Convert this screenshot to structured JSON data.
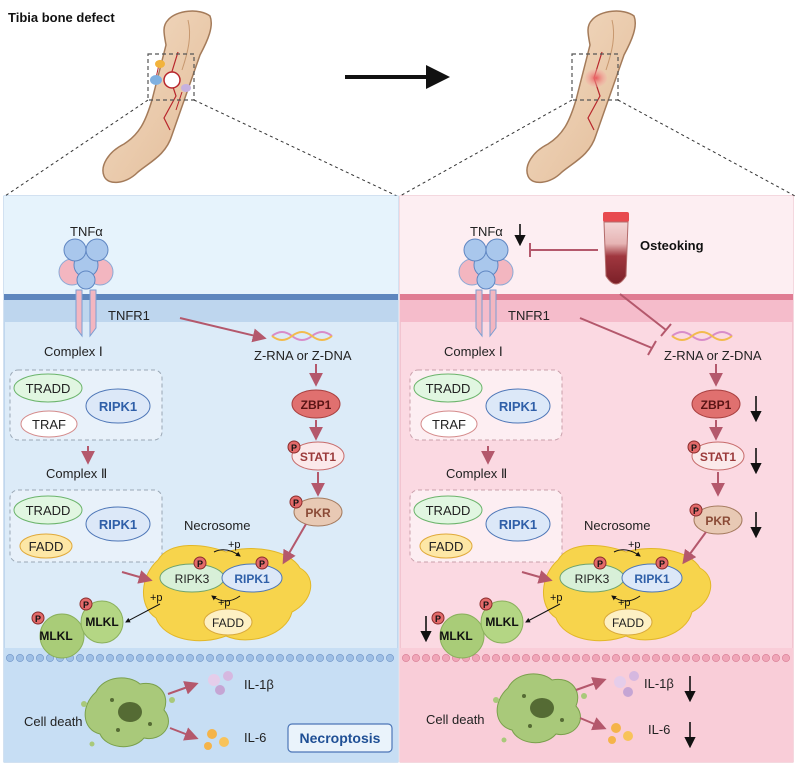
{
  "title": "Tibia bone defect",
  "left": {
    "tnf": "TNFα",
    "receptor": "TNFR1",
    "complex1": "Complex Ⅰ",
    "complex2": "Complex Ⅱ",
    "tradd": "TRADD",
    "traf": "TRAF",
    "fadd": "FADD",
    "ripk1": "RIPK1",
    "zrna": "Z-RNA or Z-DNA",
    "zbp1": "ZBP1",
    "stat1": "STAT1",
    "pkr": "PKR",
    "necrosome": "Necrosome",
    "ripk3": "RIPK3",
    "plus_p": "+p",
    "mlkl": "MLKL",
    "phos": "P",
    "cell_death": "Cell death",
    "il1b": "IL-1β",
    "il6": "IL-6",
    "badge": "Necroptosis"
  },
  "right": {
    "tnf": "TNFα",
    "osteoking": "Osteoking",
    "receptor": "TNFR1",
    "complex1": "Complex Ⅰ",
    "complex2": "Complex Ⅱ",
    "tradd": "TRADD",
    "traf": "TRAF",
    "fadd": "FADD",
    "ripk1": "RIPK1",
    "zrna": "Z-RNA or Z-DNA",
    "zbp1": "ZBP1",
    "stat1": "STAT1",
    "pkr": "PKR",
    "necrosome": "Necrosome",
    "ripk3": "RIPK3",
    "plus_p": "+p",
    "mlkl": "MLKL",
    "phos": "P",
    "cell_death": "Cell death",
    "il1b": "IL-1β",
    "il6": "IL-6"
  },
  "colors": {
    "left_bg": "#dcebf8",
    "left_top_bg": "#e6f3fc",
    "right_bg": "#fbd9e2",
    "right_top_bg": "#fdeef2",
    "left_membrane": "#6a8fc4",
    "right_membrane": "#e07c93",
    "arrow": "#b4586c",
    "necrosome": "#f7d44c",
    "ripk1_text": "#2f5fa8",
    "zbp1_fill": "#e0706f",
    "badge_text": "#1f4f95"
  }
}
